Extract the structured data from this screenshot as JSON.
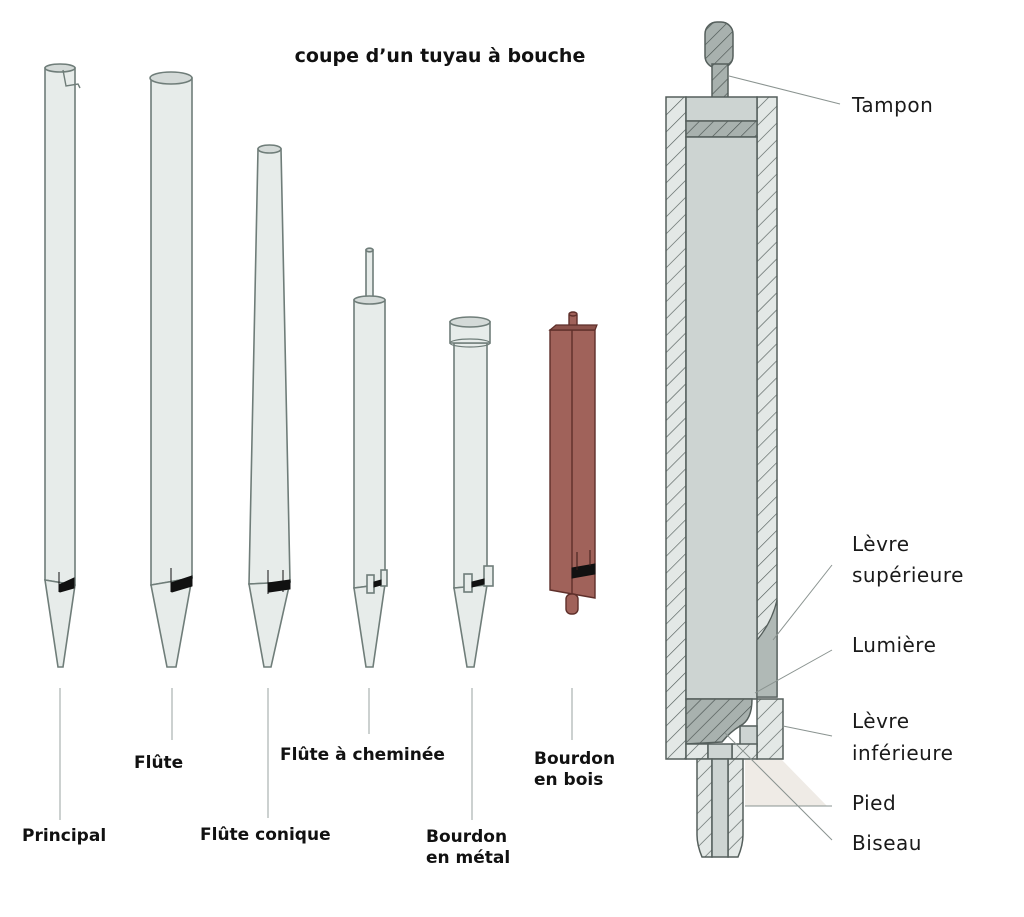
{
  "title": "coupe d’un tuyau à bouche",
  "pipes": [
    {
      "id": "principal",
      "label_lines": [
        "Principal"
      ]
    },
    {
      "id": "flute",
      "label_lines": [
        "Flûte"
      ]
    },
    {
      "id": "flute-conique",
      "label_lines": [
        "Flûte conique"
      ]
    },
    {
      "id": "flute-cheminee",
      "label_lines": [
        "Flûte à cheminée"
      ]
    },
    {
      "id": "bourdon-metal",
      "label_lines": [
        "Bourdon",
        "en métal"
      ]
    },
    {
      "id": "bourdon-bois",
      "label_lines": [
        "Bourdon",
        "en bois"
      ]
    }
  ],
  "section_labels": {
    "tampon": [
      "Tampon"
    ],
    "levre_superieure": [
      "Lèvre",
      "supérieure"
    ],
    "lumiere": [
      "Lumière"
    ],
    "levre_inferieure": [
      "Lèvre",
      "inférieure"
    ],
    "pied": [
      "Pied"
    ],
    "biseau": [
      "Biseau"
    ]
  },
  "colors": {
    "metal_pipe": "#e7ecea",
    "wood_pipe": "#a0625a",
    "outline": "#6f7d79"
  }
}
